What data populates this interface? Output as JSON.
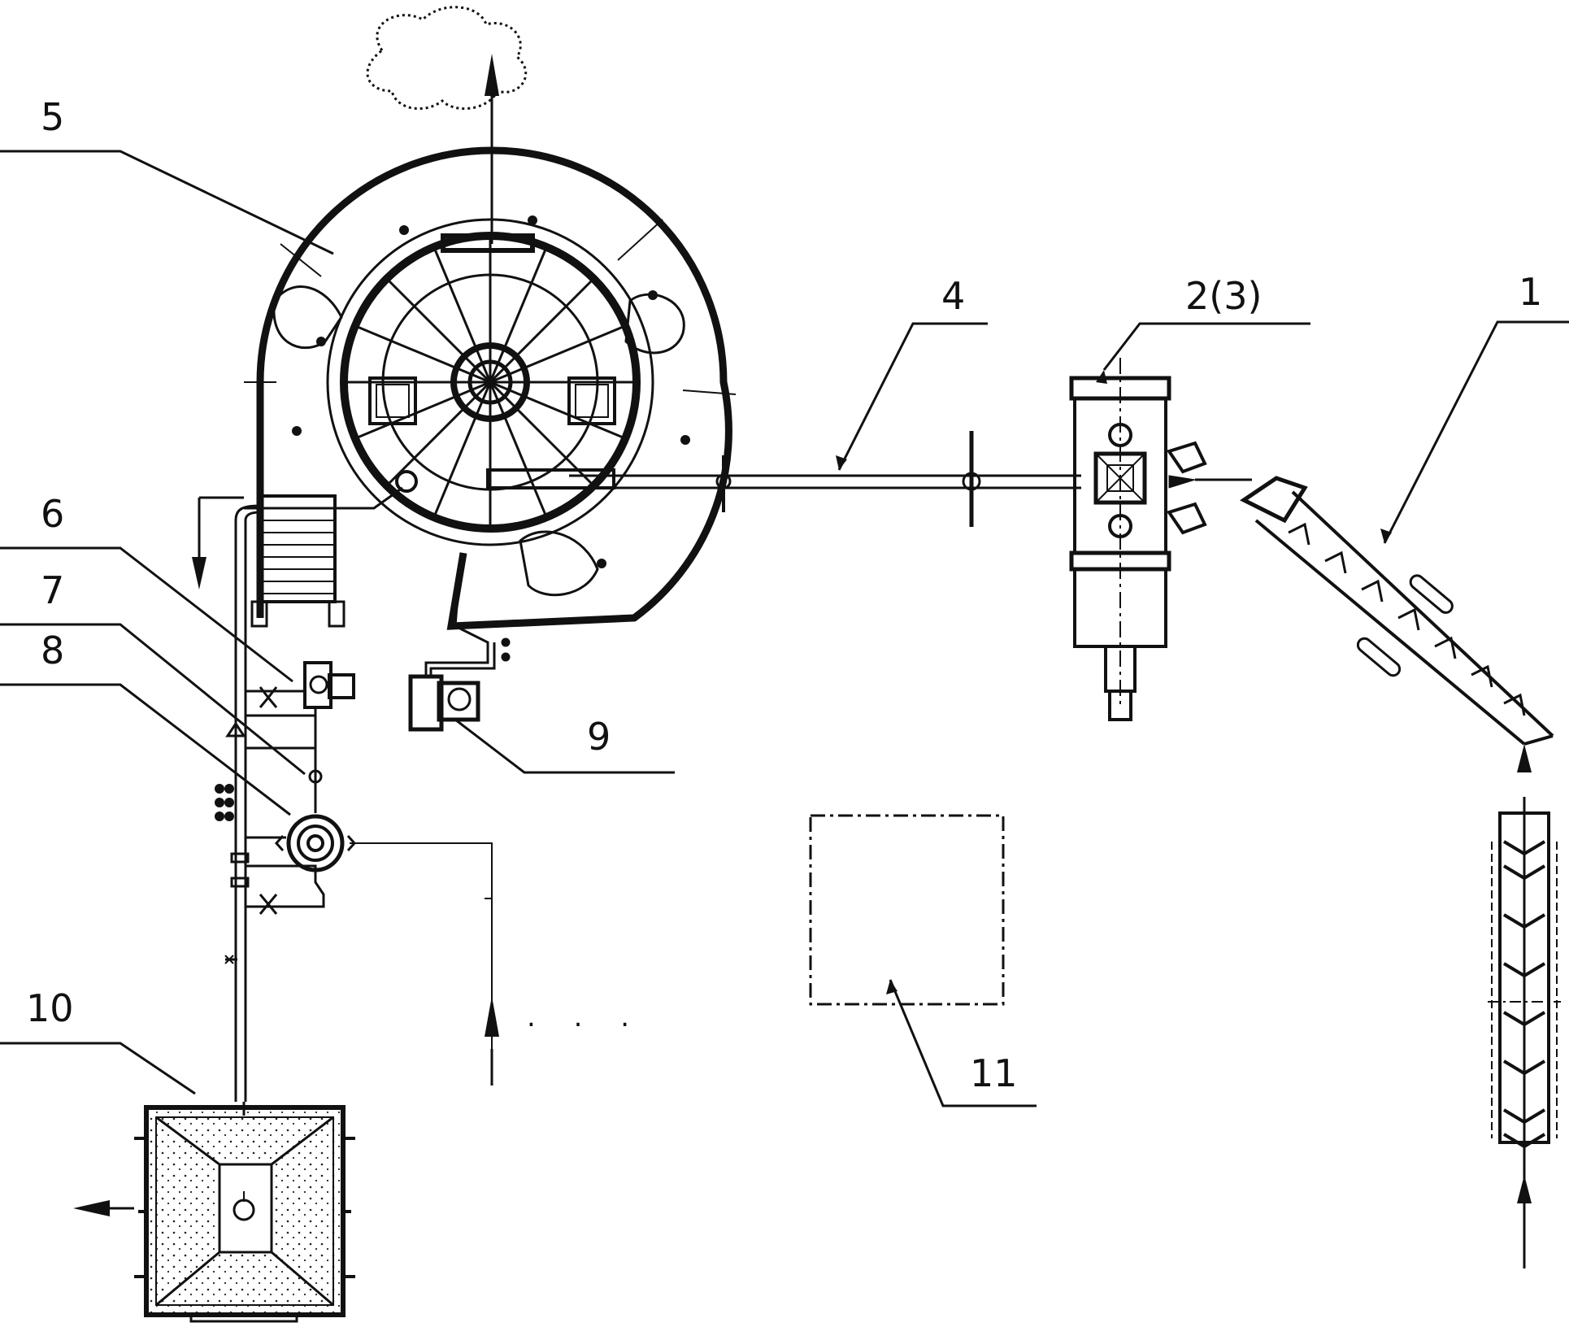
{
  "labels": {
    "l1": "1",
    "l2": "2(3)",
    "l4": "4",
    "l5": "5",
    "l6": "6",
    "l7": "7",
    "l8": "8",
    "l9": "9",
    "l10": "10",
    "l11": "11"
  },
  "ellipsis": ". . .",
  "colors": {
    "line": "#111111",
    "dash": "#333333",
    "background": "#ffffff"
  }
}
